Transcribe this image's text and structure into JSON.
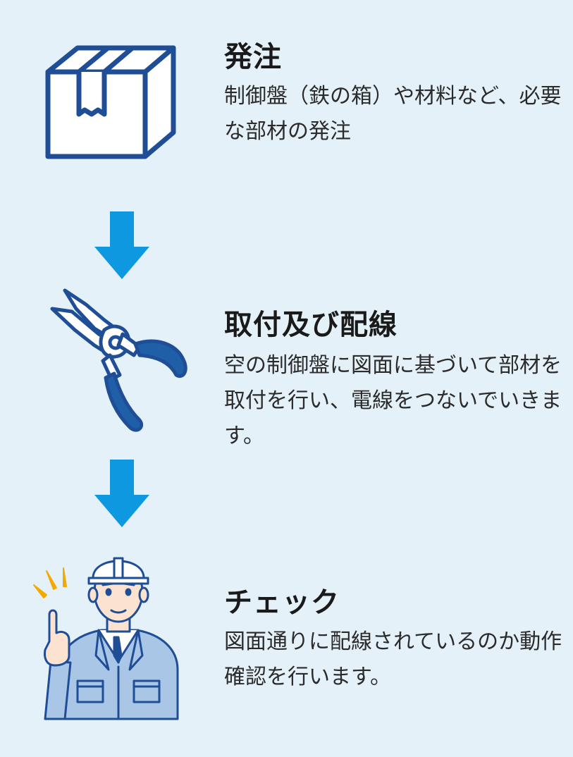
{
  "colors": {
    "background": "#e5f1f9",
    "navy": "#1f4e96",
    "arrow": "#0e98e0",
    "accent": "#f2a900",
    "uniform": "#a9c6e6"
  },
  "steps": [
    {
      "icon": "cardboard-box-icon",
      "title": "発注",
      "description": "制御盤（鉄の箱）や材料など、必要な部材の発注"
    },
    {
      "icon": "pliers-icon",
      "title": "取付及び配線",
      "description": "空の制御盤に図面に基づいて部材を取付を行い、電線をつないでいきます。"
    },
    {
      "icon": "worker-check-icon",
      "title": "チェック",
      "description": "図面通りに配線されているのか動作確認を行います。"
    }
  ]
}
